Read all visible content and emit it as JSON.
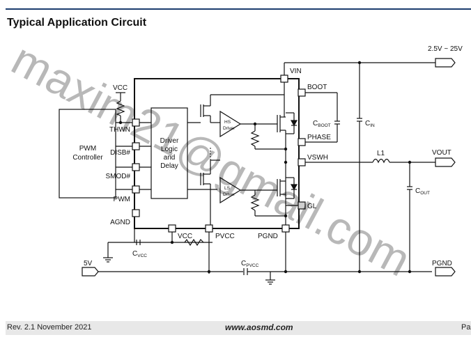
{
  "header": {
    "title": "Typical Application Circuit"
  },
  "circuit": {
    "vin_range": "2.5V ~ 25V",
    "vcc_top": "VCC",
    "pwm_controller": [
      "PWM",
      "Controller"
    ],
    "driver_block": [
      "Driver",
      "Logic",
      "and",
      "Delay"
    ],
    "pins": {
      "thwn": "THWN",
      "disb": "DISB#",
      "smod": "SMOD#",
      "pwm": "PWM",
      "agnd": "AGND",
      "vin": "VIN",
      "boot": "BOOT",
      "phase": "PHASE",
      "vswh": "VSWH",
      "gl": "GL",
      "pgnd": "PGND",
      "vcc": "VCC",
      "pvcc": "PVCC"
    },
    "hs_driver": [
      "HS",
      "Driver"
    ],
    "ls_driver": [
      "LS",
      "Driver"
    ],
    "cboot": {
      "main": "C",
      "sub": "BOOT"
    },
    "cin": {
      "main": "C",
      "sub": "IN"
    },
    "cout": {
      "main": "C",
      "sub": "OUT"
    },
    "cvcc": {
      "main": "C",
      "sub": "VCC"
    },
    "cpvcc": {
      "main": "C",
      "sub": "PVCC"
    },
    "inductor": "L1",
    "vout": "VOUT",
    "pgnd_out": "PGND",
    "input_5v": "5V"
  },
  "watermark": "maxim21@gmail.com",
  "footer": {
    "revision": "Rev. 2.1 November 2021",
    "url": "www.aosmd.com",
    "page": "Pa"
  }
}
